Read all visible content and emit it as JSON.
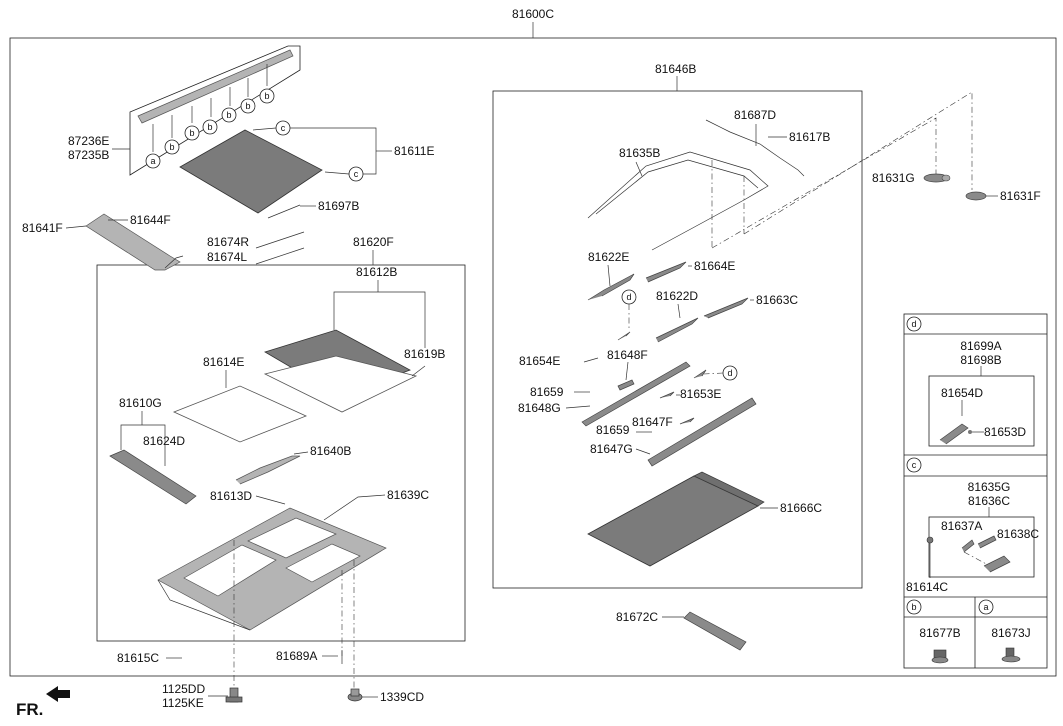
{
  "diagram": {
    "labels": {
      "l81600C": "81600C",
      "l87236E": "87236E",
      "l87235B": "87235B",
      "l81611E": "81611E",
      "l81641F": "81641F",
      "l81644F": "81644F",
      "l81697B": "81697B",
      "l81674R": "81674R",
      "l81674L": "81674L",
      "l81620F": "81620F",
      "l81612B": "81612B",
      "l81619B": "81619B",
      "l81614E": "81614E",
      "l81610G": "81610G",
      "l81624D": "81624D",
      "l81640B": "81640B",
      "l81613D": "81613D",
      "l81639C": "81639C",
      "l81615C": "81615C",
      "l81689A": "81689A",
      "l1125DD": "1125DD",
      "l1125KE": "1125KE",
      "l1339CD": "1339CD",
      "l81646B": "81646B",
      "l81687D": "81687D",
      "l81617B": "81617B",
      "l81635B": "81635B",
      "l81631G": "81631G",
      "l81631F": "81631F",
      "l81622E": "81622E",
      "l81664E": "81664E",
      "l81622D": "81622D",
      "l81663C": "81663C",
      "l81654E": "81654E",
      "l81648F": "81648F",
      "l81659a": "81659",
      "l81648G": "81648G",
      "l81653E": "81653E",
      "l81647F": "81647F",
      "l81659b": "81659",
      "l81647G": "81647G",
      "l81666C": "81666C",
      "l81672C": "81672C",
      "l81699A": "81699A",
      "l81698B": "81698B",
      "l81654D": "81654D",
      "l81653D": "81653D",
      "l81635G": "81635G",
      "l81636C": "81636C",
      "l81637A": "81637A",
      "l81638C": "81638C",
      "l81614C": "81614C",
      "l81677B": "81677B",
      "l81673J": "81673J",
      "fr": "FR."
    },
    "callouts": {
      "a": "a",
      "b": "b",
      "c": "c",
      "d": "d"
    }
  }
}
